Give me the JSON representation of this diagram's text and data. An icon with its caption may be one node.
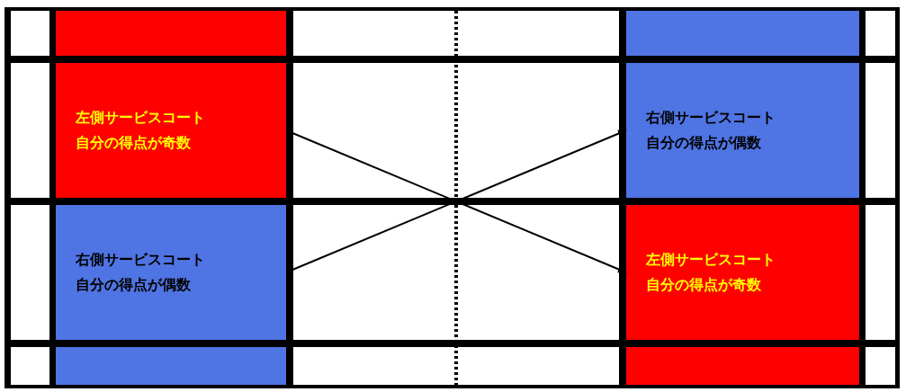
{
  "diagram": {
    "nodes": [
      {
        "text": [
          "左側サービスコート",
          "自分の得点が奇数"
        ]
      },
      {
        "text": [
          "右側サービスコート",
          "自分の得点が偶数"
        ]
      },
      {
        "text": [
          "右側サービスコート",
          "自分の得点が偶数"
        ]
      },
      {
        "text": [
          "左側サービスコート",
          "自分の得点が奇数"
        ]
      }
    ],
    "edges": [
      {
        "from": 0,
        "to": 3,
        "arrow": "to"
      },
      {
        "from": 2,
        "to": 1,
        "arrow": "to"
      }
    ]
  }
}
